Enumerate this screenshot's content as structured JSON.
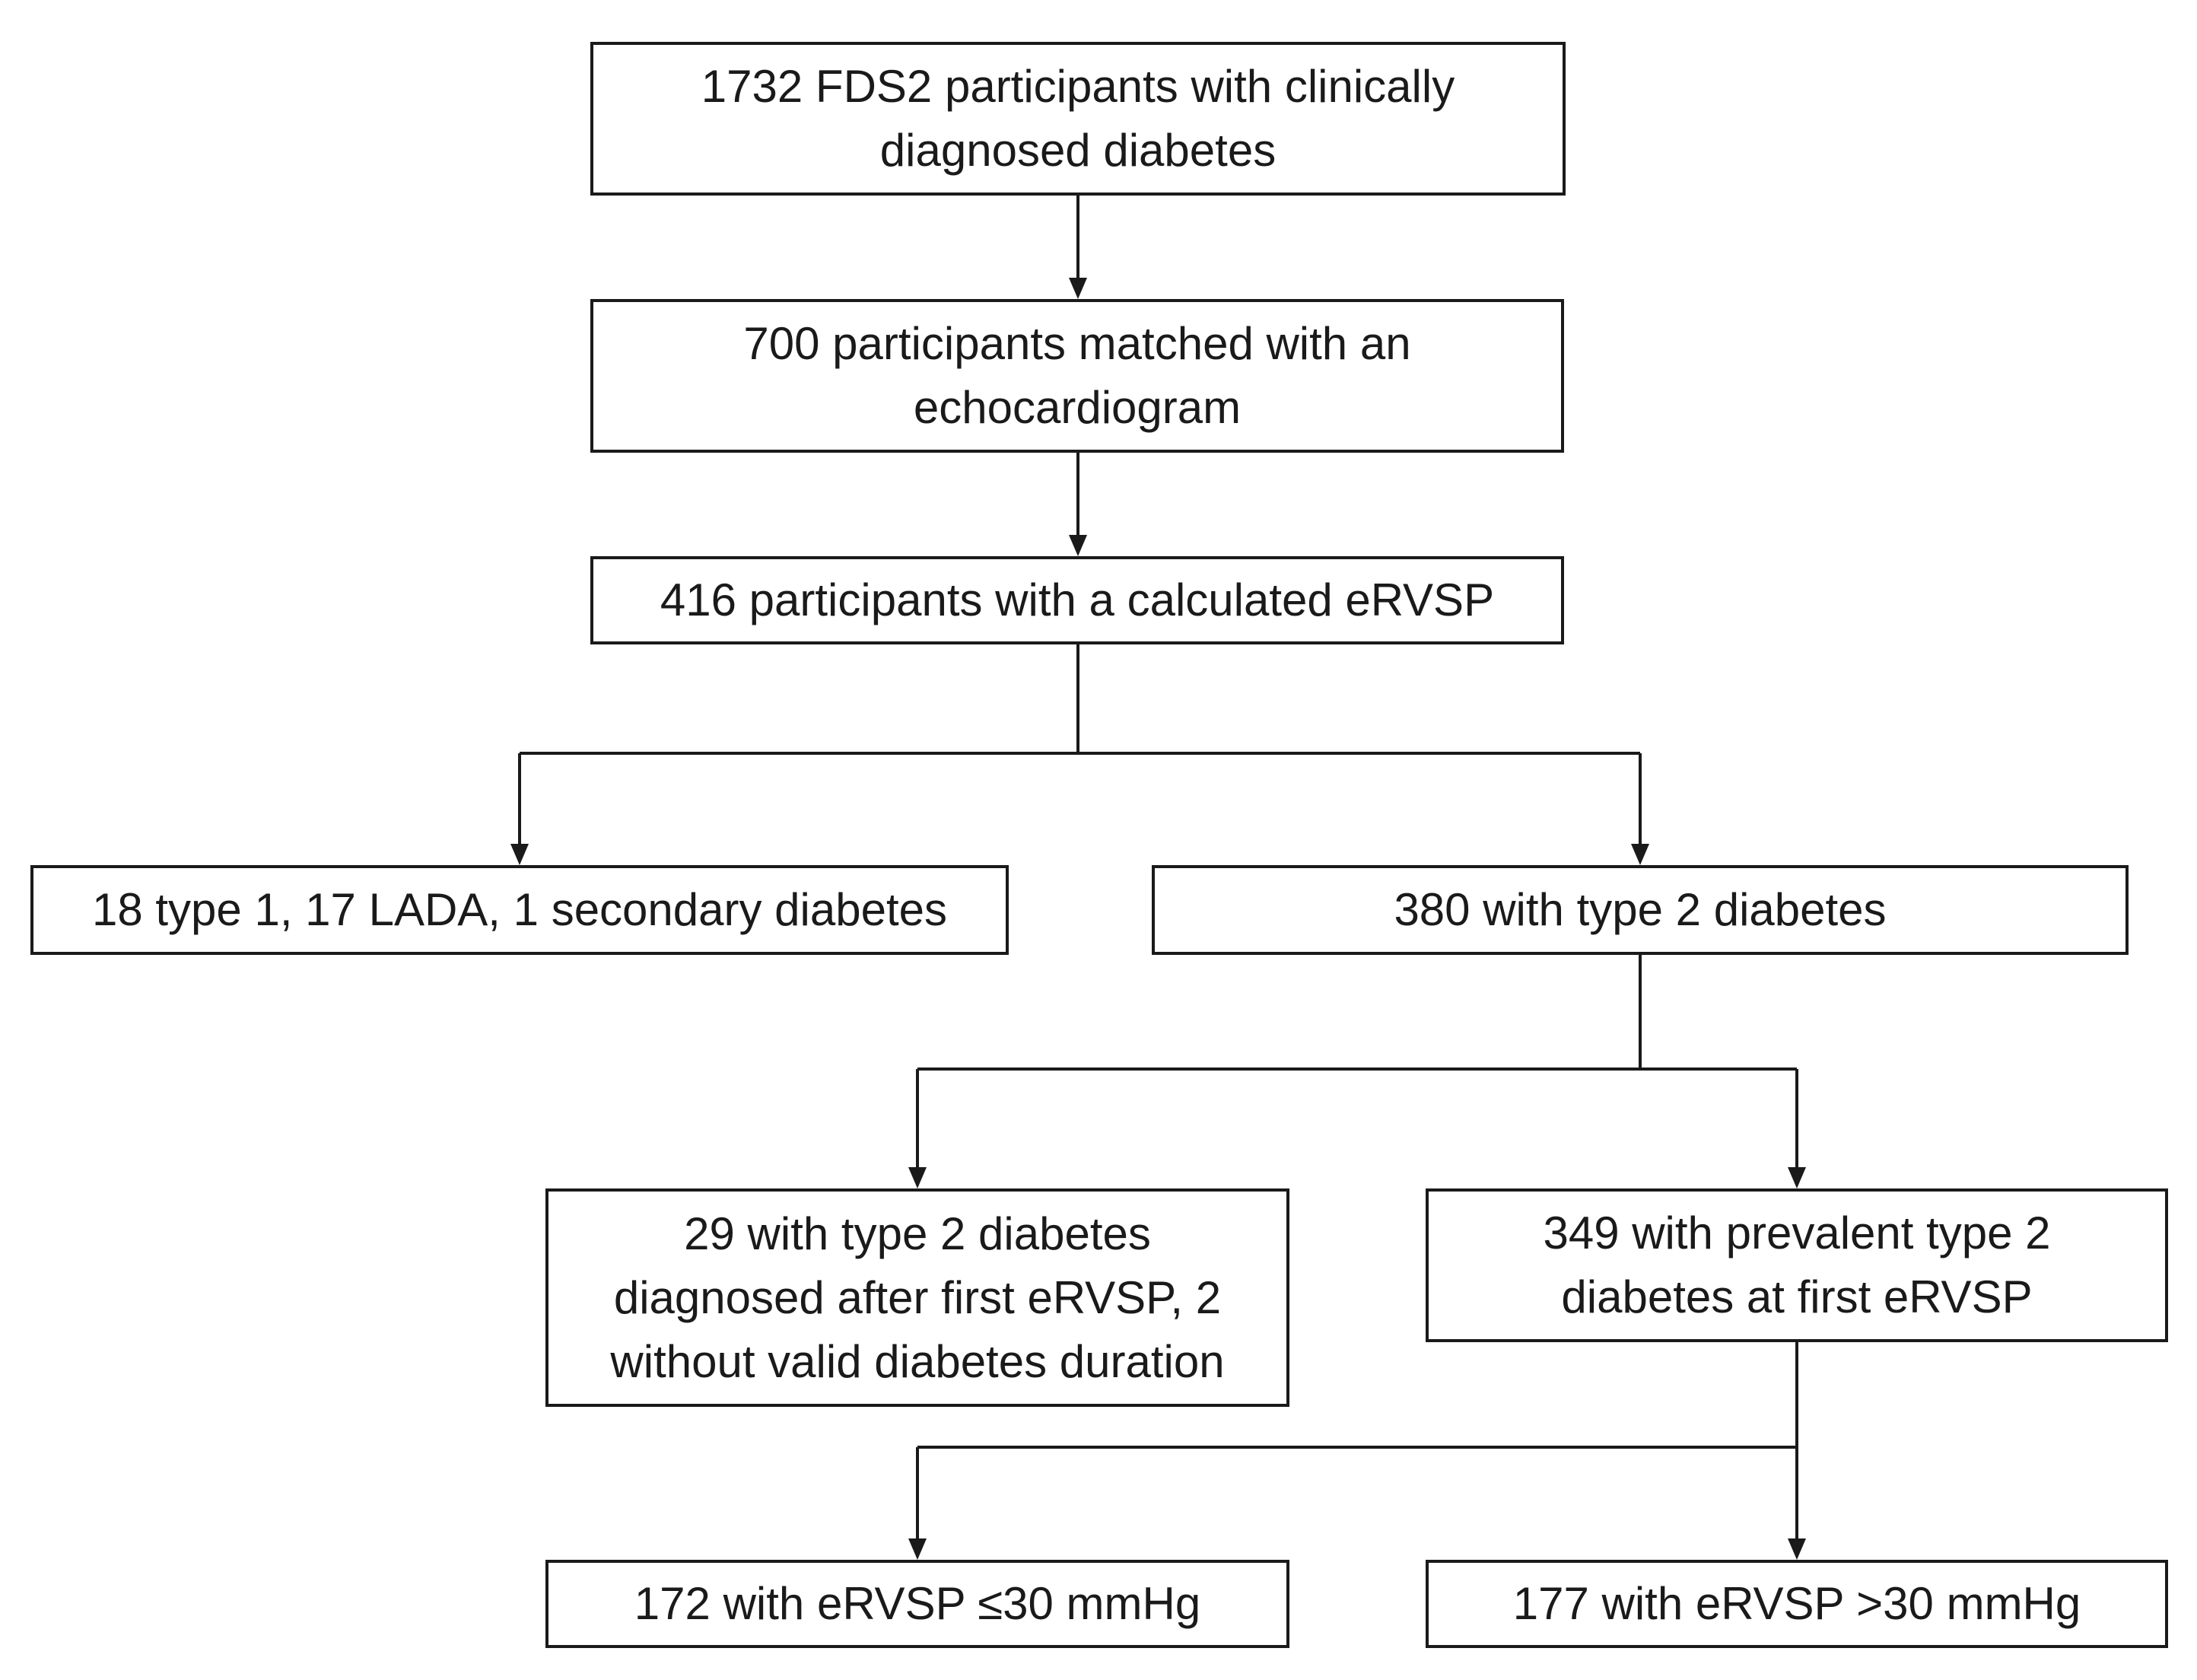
{
  "flowchart": {
    "boxes": {
      "total": "1732 FDS2 participants with clinically\ndiagnosed diabetes",
      "echo": "700 participants matched with an\nechocardiogram",
      "ervsp": "416 participants with a calculated eRVSP",
      "excluded": "18 type 1, 17 LADA, 1 secondary diabetes",
      "type2": "380 with type 2 diabetes",
      "after": "29 with type 2 diabetes\ndiagnosed after first eRVSP, 2\nwithout valid diabetes duration",
      "prevalent": "349 with prevalent type 2\ndiabetes at first eRVSP",
      "low": "172 with eRVSP ≤30 mmHg",
      "high": "177 with eRVSP >30 mmHg"
    },
    "line_color": "#1a1a1a"
  }
}
